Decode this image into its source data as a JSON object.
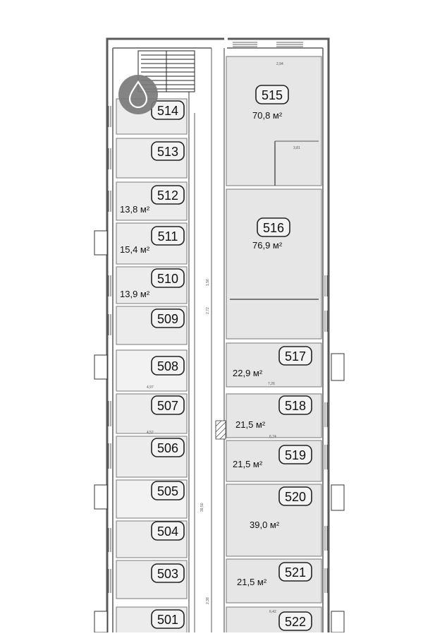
{
  "plan": {
    "rooms": [
      {
        "id": "515",
        "area": "70,8 м²"
      },
      {
        "id": "516",
        "area": "76,9 м²"
      },
      {
        "id": "514",
        "area": ""
      },
      {
        "id": "513",
        "area": ""
      },
      {
        "id": "512",
        "area": "13,8 м²"
      },
      {
        "id": "511",
        "area": "15,4 м²"
      },
      {
        "id": "510",
        "area": "13,9 м²"
      },
      {
        "id": "509",
        "area": ""
      },
      {
        "id": "508",
        "area": ""
      },
      {
        "id": "507",
        "area": ""
      },
      {
        "id": "506",
        "area": ""
      },
      {
        "id": "505",
        "area": ""
      },
      {
        "id": "504",
        "area": ""
      },
      {
        "id": "503",
        "area": ""
      },
      {
        "id": "501",
        "area": ""
      },
      {
        "id": "517",
        "area": "22,9 м²"
      },
      {
        "id": "518",
        "area": "21,5 м²"
      },
      {
        "id": "519",
        "area": "21,5 м²"
      },
      {
        "id": "520",
        "area": "39,0 м²"
      },
      {
        "id": "521",
        "area": "21,5 м²"
      },
      {
        "id": "522",
        "area": ""
      }
    ],
    "dimensions": [
      "2,94",
      "3,81",
      "7,26",
      "6,74",
      "6,42",
      "2,72",
      "1,56",
      "2,38",
      "39,50",
      "4,97",
      "4,52"
    ],
    "colors": {
      "wall": "#5a5a5a",
      "room_fill_left": "#ececec",
      "room_fill_right": "#e6e6e6",
      "badge_fill": "#f3f3f3",
      "icon_bg": "#7a7a7a"
    },
    "icon": "water-drop-icon"
  }
}
